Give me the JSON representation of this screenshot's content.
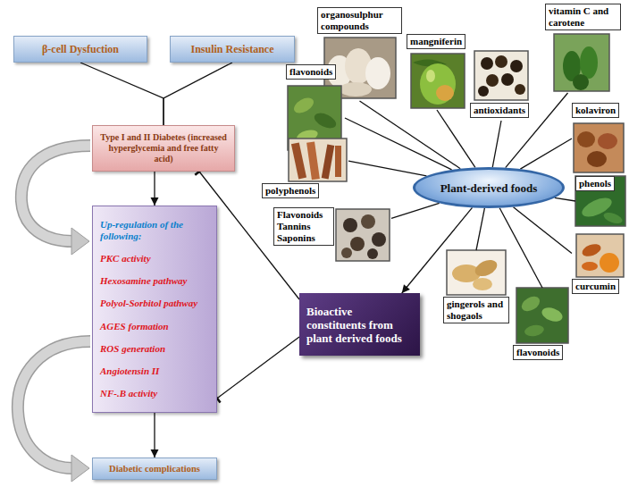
{
  "diagram": {
    "nodes": [
      {
        "text": [
          "β-cell Dysfuction"
        ]
      },
      {
        "text": [
          "Insulin Resistance"
        ]
      },
      {
        "text": [
          "organosulphur compounds"
        ]
      },
      {
        "text": [
          "mangniferin"
        ]
      },
      {
        "text": [
          "vitamin C and carotene"
        ]
      },
      {
        "text": [
          "flavonoids"
        ]
      },
      {
        "text": [
          "antioxidants"
        ]
      },
      {
        "text": [
          "kolaviron"
        ]
      },
      {
        "text": [
          "Type I and II Diabetes (increased hyperglycemia and free fatty acid)"
        ]
      },
      {
        "text": [
          "polyphenols"
        ]
      },
      {
        "text": [
          "Plant-derived foods"
        ]
      },
      {
        "text": [
          "phenols"
        ]
      },
      {
        "text": [
          "Flavonoids Tannins Saponins"
        ]
      },
      {
        "text": [
          "Up-regulation of the following:",
          "PKC activity",
          "Hexosamine pathway",
          "Polyol-Sorbitol pathway",
          "AGES formation",
          "ROS generation",
          "Angiotensin II",
          "NF-.B activity"
        ]
      },
      {
        "text": [
          "gingerols and shogaols"
        ]
      },
      {
        "text": [
          "curcumin"
        ]
      },
      {
        "text": [
          "Bioactive constituents from plant derived foods"
        ]
      },
      {
        "text": [
          "flavonoids"
        ]
      },
      {
        "text": [
          "Diabetic complications"
        ]
      }
    ],
    "edges": [
      {
        "from": 0,
        "to": 8,
        "arrow": "none"
      },
      {
        "from": 1,
        "to": 8,
        "arrow": "none"
      },
      {
        "from": 8,
        "to": 13,
        "arrow": "to"
      },
      {
        "from": 13,
        "to": 18,
        "arrow": "to"
      },
      {
        "from": 10,
        "to": 16,
        "arrow": "to"
      },
      {
        "from": 16,
        "to": 8,
        "arrow": "to"
      },
      {
        "from": 16,
        "to": 13,
        "arrow": "to"
      },
      {
        "from": 10,
        "to": 2,
        "arrow": "none"
      },
      {
        "from": 10,
        "to": 3,
        "arrow": "none"
      },
      {
        "from": 10,
        "to": 4,
        "arrow": "none"
      },
      {
        "from": 10,
        "to": 5,
        "arrow": "none"
      },
      {
        "from": 10,
        "to": 6,
        "arrow": "none"
      },
      {
        "from": 10,
        "to": 7,
        "arrow": "none"
      },
      {
        "from": 10,
        "to": 9,
        "arrow": "none"
      },
      {
        "from": 10,
        "to": 11,
        "arrow": "none"
      },
      {
        "from": 10,
        "to": 12,
        "arrow": "none"
      },
      {
        "from": 10,
        "to": 14,
        "arrow": "none"
      },
      {
        "from": 10,
        "to": 15,
        "arrow": "none"
      },
      {
        "from": 10,
        "to": 17,
        "arrow": "none"
      }
    ]
  }
}
